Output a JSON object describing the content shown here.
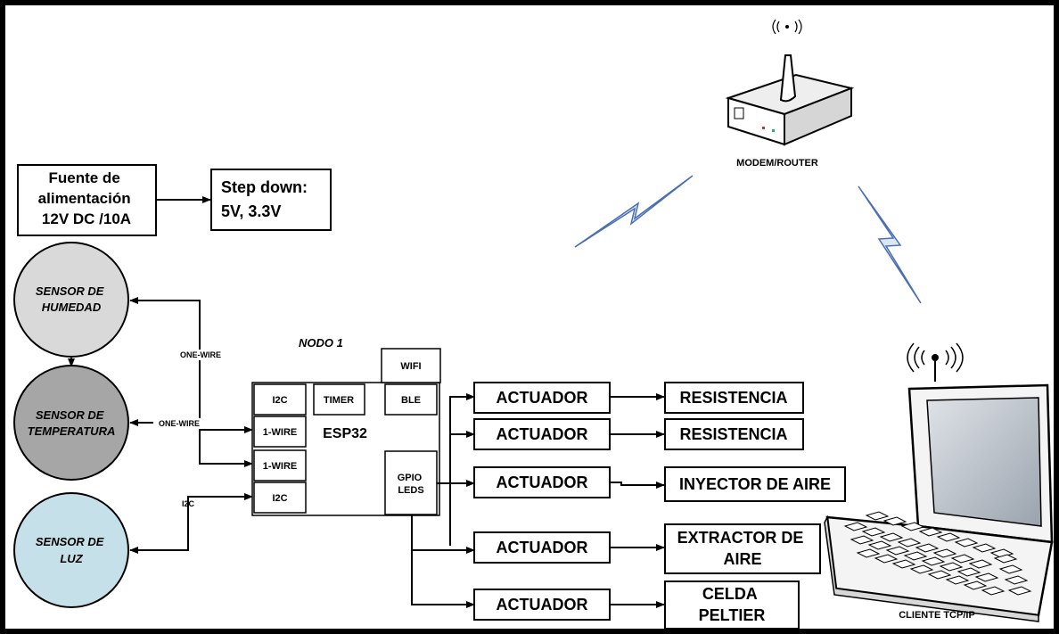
{
  "power": {
    "source_lines": [
      "Fuente de",
      "alimentación",
      "12V DC /10A"
    ],
    "stepdown_lines": [
      "Step down:",
      "5V, 3.3V"
    ]
  },
  "sensors": {
    "humidity_lines": [
      "SENSOR DE",
      "HUMEDAD"
    ],
    "temperature_lines": [
      "SENSOR DE",
      "TEMPERATURA"
    ],
    "light_lines": [
      "SENSOR DE",
      "LUZ"
    ],
    "colors": {
      "humidity": "#d9d9d9",
      "temperature": "#a6a6a6",
      "light": "#c5e0e8"
    }
  },
  "links": {
    "onewire_1": "ONE-WIRE",
    "onewire_2": "ONE-WIRE",
    "i2c": "I2C"
  },
  "node": {
    "title": "NODO 1",
    "chip": "ESP32",
    "wifi": "WIFI",
    "ble": "BLE",
    "timer": "TIMER",
    "i2c_top": "I2C",
    "onewire_a": "1-WIRE",
    "onewire_b": "1-WIRE",
    "i2c_bottom": "I2C",
    "gpio_lines": [
      "GPIO",
      "LEDS"
    ]
  },
  "actuators": {
    "label": "ACTUADOR",
    "loads": [
      {
        "lines": [
          "RESISTENCIA"
        ]
      },
      {
        "lines": [
          "RESISTENCIA"
        ]
      },
      {
        "lines": [
          "INYECTOR DE AIRE"
        ]
      },
      {
        "lines": [
          "EXTRACTOR DE",
          "AIRE"
        ]
      },
      {
        "lines": [
          "CELDA",
          "PELTIER"
        ]
      }
    ]
  },
  "network": {
    "router": "MODEM/ROUTER",
    "client": "CLIENTE TCP/IP",
    "lightning_color": "#4a6fb5"
  }
}
